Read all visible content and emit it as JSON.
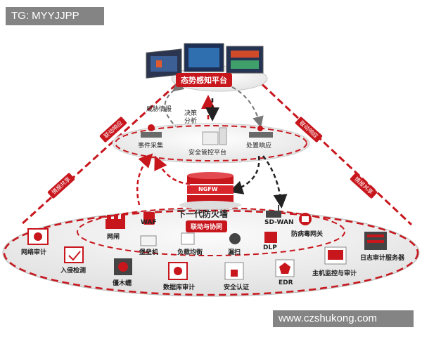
{
  "watermark_top": "TG: MYYJJPP",
  "watermark_bottom": "www.czshukong.com",
  "platform_top": "态势感知平台",
  "platform_mid": "安全管控平台",
  "threat_intel": "威胁情报",
  "decision": "决策",
  "analysis": "分析",
  "event_collect": "事件采集",
  "response": "处置响应",
  "ngfw_logo": "NGFW",
  "ngfw": "下一代防火墙",
  "linkage": "联动与协同",
  "left_link": "联动响应",
  "right_link": "联动响应",
  "left_share": "情报共享",
  "right_share": "情报共享",
  "components": {
    "waf": "WAF",
    "sdwan": "SD-WAN",
    "gateway": "网闸",
    "bastion": "堡垒机",
    "lb": "负载均衡",
    "scan": "漏扫",
    "dlp": "DLP",
    "av": "防病毒网关",
    "net_audit": "网络审计",
    "ids": "入侵检测",
    "zombie": "僵木蠕",
    "db_audit": "数据库审计",
    "auth": "安全认证",
    "edr": "EDR",
    "host": "主机监控与审计",
    "log": "日志审计服务器"
  }
}
